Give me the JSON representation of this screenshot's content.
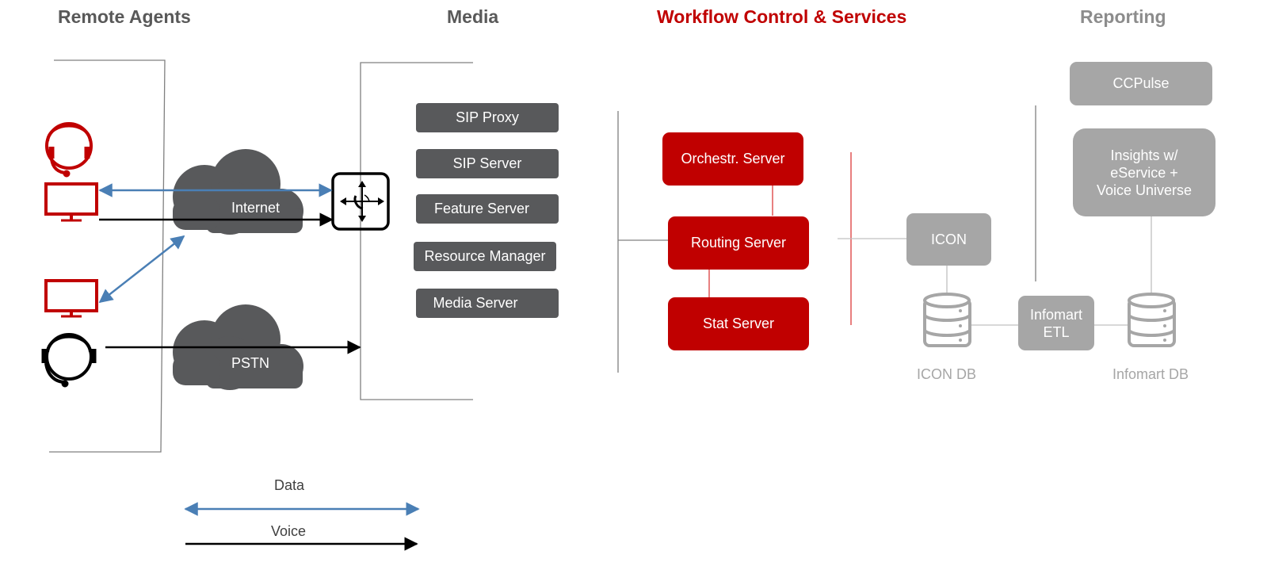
{
  "headers": {
    "remote_agents": "Remote Agents",
    "media": "Media",
    "workflow": "Workflow Control & Services",
    "reporting": "Reporting"
  },
  "clouds": {
    "internet": "Internet",
    "pstn": "PSTN"
  },
  "media_servers": [
    "SIP Proxy",
    "SIP Server",
    "Feature Server",
    "Resource Manager",
    "Media Server"
  ],
  "workflow_servers": {
    "orchestration": "Orchestr. Server",
    "routing": "Routing Server",
    "stat": "Stat Server"
  },
  "reporting": {
    "icon": "ICON",
    "ccpulse": "CCPulse",
    "insights": "Insights w/\neService +\nVoice Universe",
    "infomart_etl": "Infomart\nETL",
    "icon_db": "ICON DB",
    "infomart_db": "Infomart DB"
  },
  "legend": {
    "data": "Data",
    "voice": "Voice"
  },
  "colors": {
    "red": "#c00000",
    "dark_gray": "#58595b",
    "light_gray": "#a6a6a6",
    "data_line": "#4a7fb5",
    "voice_line": "#000000",
    "header_gray": "#595959"
  },
  "icons": [
    "agent-headset-icon",
    "monitor-icon",
    "cloud-icon",
    "switch-router-icon",
    "database-icon"
  ]
}
